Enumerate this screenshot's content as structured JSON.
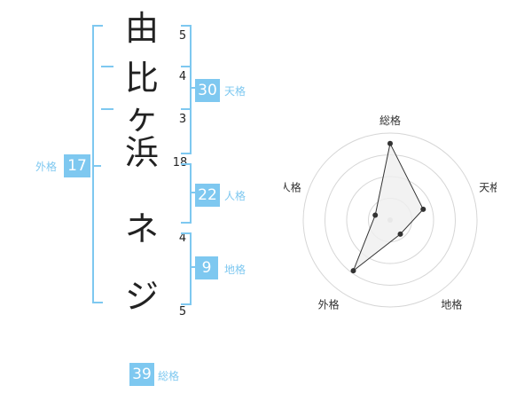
{
  "name_chars": [
    {
      "char": "由",
      "strokes": "5"
    },
    {
      "char": "比",
      "strokes": "4"
    },
    {
      "char": "ヶ",
      "strokes": "3"
    },
    {
      "char": "浜",
      "strokes": "18"
    },
    {
      "char": "ネ",
      "strokes": "4"
    },
    {
      "char": "ジ",
      "strokes": "5"
    }
  ],
  "scores": {
    "tenkaku": {
      "value": "30",
      "label": "天格"
    },
    "jinkaku": {
      "value": "22",
      "label": "人格"
    },
    "chikaku": {
      "value": "9",
      "label": "地格"
    },
    "gaikaku": {
      "value": "17",
      "label": "外格"
    },
    "soukaku": {
      "value": "39",
      "label": "総格"
    }
  },
  "chart_data": {
    "type": "radar",
    "axes": [
      "総格",
      "天格",
      "地格",
      "外格",
      "人格"
    ],
    "values": [
      4.4,
      2.0,
      1.0,
      3.6,
      0.9
    ],
    "max": 5,
    "rings": 4,
    "colors": {
      "line": "#333333",
      "fill": "#efefef",
      "ring": "#d6d6d6",
      "point": "#333333"
    }
  }
}
